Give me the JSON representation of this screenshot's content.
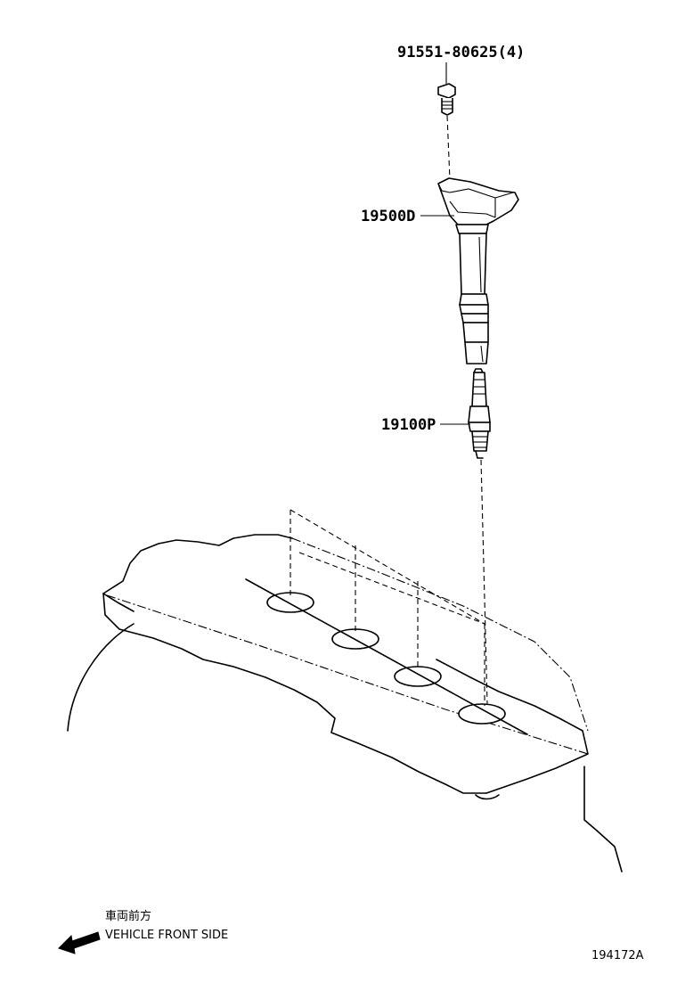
{
  "parts": {
    "bolt": {
      "label": "91551-80625(4)",
      "icon": "bolt-icon"
    },
    "ignition_coil": {
      "label": "19500D",
      "icon": "ignition-coil-icon"
    },
    "spark_plug": {
      "label": "19100P",
      "icon": "spark-plug-icon"
    },
    "cylinder_head": {
      "icon": "cylinder-head-icon"
    }
  },
  "direction_note": {
    "japanese": "車両前方",
    "english": "VEHICLE FRONT SIDE",
    "icon": "arrow-left-down-icon"
  },
  "reference_number": "194172A"
}
